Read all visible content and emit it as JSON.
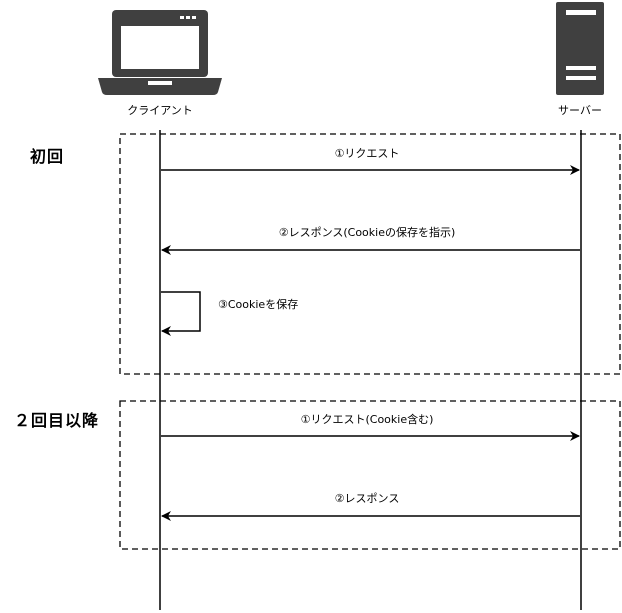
{
  "actors": {
    "client": {
      "label": "クライアント",
      "icon": "laptop-icon"
    },
    "server": {
      "label": "サーバー",
      "icon": "server-icon"
    }
  },
  "sections": [
    {
      "label": "初回",
      "messages": [
        {
          "label": "①リクエスト",
          "from": "client",
          "to": "server"
        },
        {
          "label": "②レスポンス(Cookieの保存を指示)",
          "from": "server",
          "to": "client"
        },
        {
          "label": "③Cookieを保存",
          "from": "client",
          "to": "client"
        }
      ]
    },
    {
      "label": "２回目以降",
      "messages": [
        {
          "label": "①リクエスト(Cookie含む)",
          "from": "client",
          "to": "server"
        },
        {
          "label": "②レスポンス",
          "from": "server",
          "to": "client"
        }
      ]
    }
  ],
  "colors": {
    "line": "#000000",
    "icon": "#404040",
    "frame": "#000000"
  }
}
